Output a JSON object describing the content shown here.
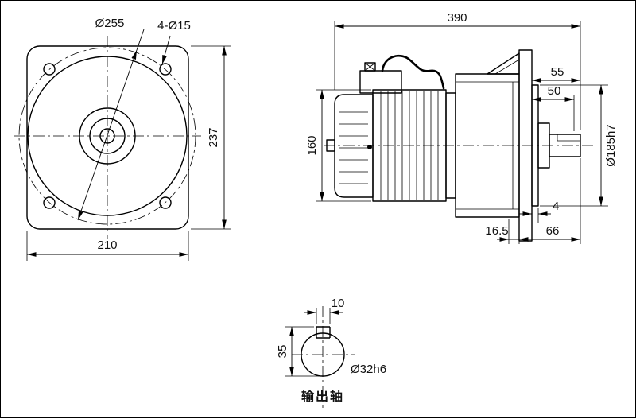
{
  "drawing": {
    "front_view": {
      "bolt_circle_dia": "Ø255",
      "holes": "4-Ø15",
      "height": "237",
      "width": "210"
    },
    "side_view": {
      "total_length": "390",
      "shaft_assembly_length": "55",
      "shaft_length": "50",
      "motor_height": "160",
      "spigot_dia": "Ø185h7",
      "spigot_depth": "4",
      "flange_offset": "16.5",
      "shaft_extension": "66"
    },
    "shaft_view": {
      "key_width": "10",
      "height_over_key": "35",
      "shaft_dia": "Ø32h6",
      "caption": "输出轴"
    }
  }
}
